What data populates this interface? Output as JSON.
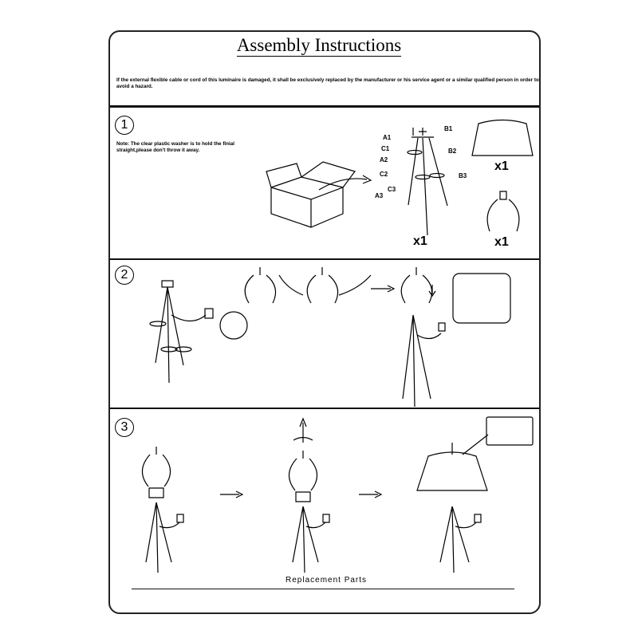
{
  "title": "Assembly Instructions",
  "warning": "If the external flexible cable or cord of this luminaire is damaged, it shall be exclusively replaced by the manufacturer or his service agent or a similar qualified person in order to avoid a hazard.",
  "steps": [
    {
      "number": "1",
      "note": "Note: The clear plastic washer is to hold the finial straight,please don't throw it away."
    },
    {
      "number": "2"
    },
    {
      "number": "3"
    }
  ],
  "part_labels": [
    "A1",
    "C1",
    "A2",
    "C2",
    "C3",
    "A3",
    "B1",
    "B2",
    "B3"
  ],
  "quantities": {
    "tripod": "x1",
    "shade": "x1",
    "harp": "x1"
  },
  "footer": "Replacement Parts"
}
